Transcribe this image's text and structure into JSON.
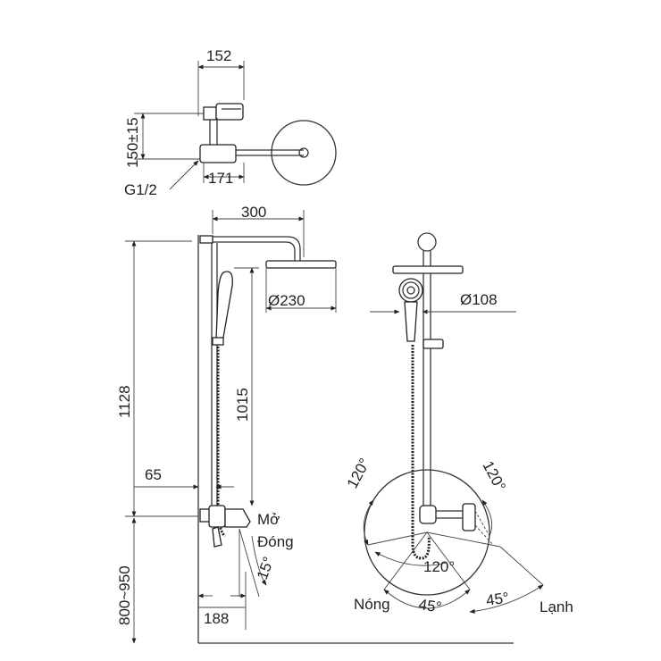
{
  "dimensions": {
    "top_width": "152",
    "top_height": "150±15",
    "thread": "G1/2",
    "top_span": "171",
    "arm_length": "300",
    "head_diameter": "Ø230",
    "hand_diameter": "Ø108",
    "total_height": "1128",
    "bar_height": "1015",
    "wall_offset": "65",
    "install_height": "800~950",
    "base_depth": "188"
  },
  "angles": {
    "side_tilt": "15°",
    "rotate_left": "120°",
    "rotate_right": "120°",
    "rotate_bottom": "120°",
    "hot_angle": "45°",
    "cold_angle": "45°"
  },
  "labels": {
    "open": "Mở",
    "close": "Đóng",
    "hot": "Nóng",
    "cold": "Lạnh"
  }
}
